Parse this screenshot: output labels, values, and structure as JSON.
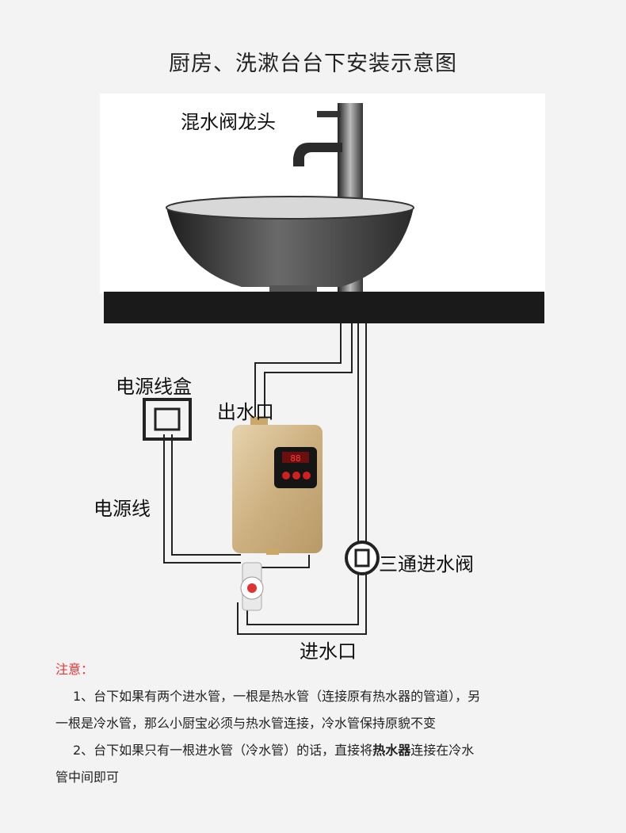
{
  "title": "厨房、洗漱台台下安装示意图",
  "labels": {
    "faucet": "混水阀龙头",
    "power_box": "电源线盒",
    "outlet": "出水口",
    "power_cord": "电源线",
    "tee_valve": "三通进水阀",
    "inlet": "进水口"
  },
  "notes": {
    "heading": "注意：",
    "item1_text": "1、台下如果有两个进水管，一根是热水管（连接原有热水器的管道），另一根是冷水管，那么小厨宝必须与热水管连接，冷水管保持原貌不变",
    "item2_before": "2、台下如果只有一根进水管（冷水管）的话，直接将",
    "item2_bold": "热水器",
    "item2_after": "连接在冷水管中间即可"
  },
  "colors": {
    "heading": "#e33333",
    "counter": "#1a1a1a",
    "heater_gold": "#d3b88a"
  }
}
